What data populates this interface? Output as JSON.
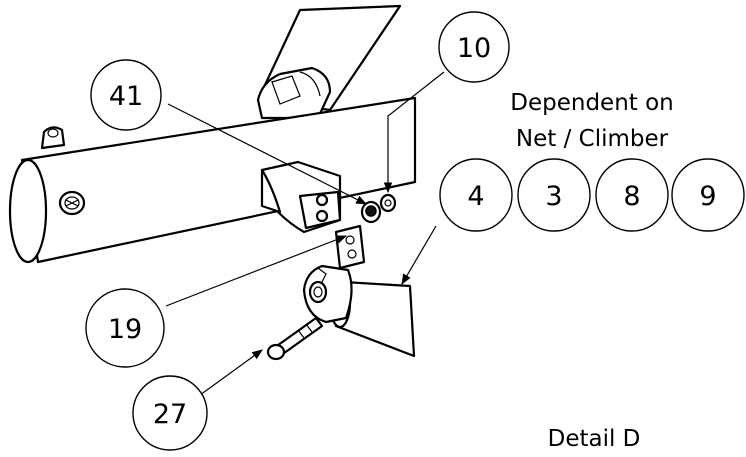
{
  "callouts": {
    "c41": "41",
    "c10": "10",
    "c4": "4",
    "c3": "3",
    "c8": "8",
    "c9": "9",
    "c19": "19",
    "c27": "27"
  },
  "note": {
    "line1": "Dependent on",
    "line2": "Net / Climber"
  },
  "detail_label": "Detail D"
}
